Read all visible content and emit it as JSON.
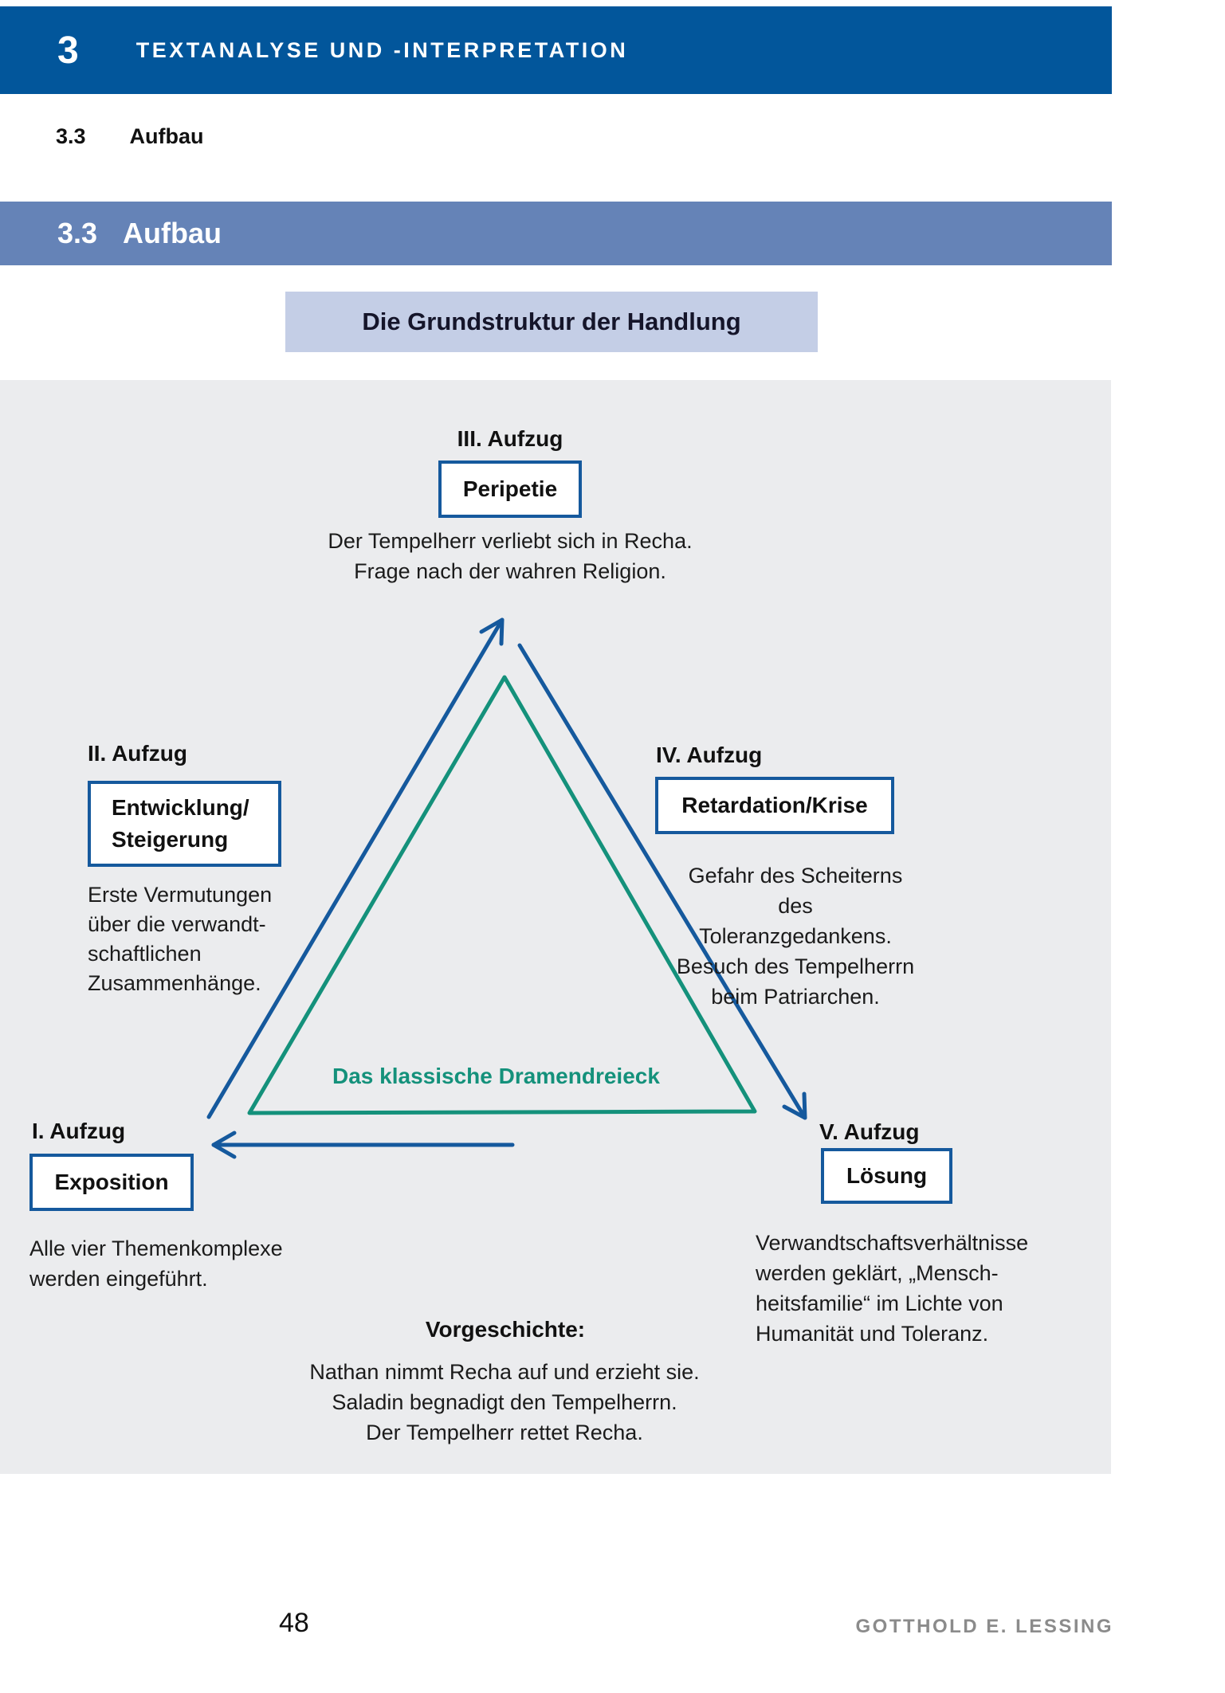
{
  "page": {
    "chapter_number": "3",
    "chapter_title": "TEXTANALYSE UND -INTERPRETATION",
    "breadcrumb_number": "3.3",
    "breadcrumb_label": "Aufbau",
    "section_number": "3.3",
    "section_label": "Aufbau",
    "diagram_title": "Die Grundstruktur der Handlung",
    "footer_page_number": "48",
    "footer_author": "GOTTHOLD E. LESSING"
  },
  "diagram": {
    "center_label": "Das klassische Dramendreieck",
    "acts": [
      {
        "act": "I. Aufzug",
        "stage": "Exposition",
        "description": "Alle vier Themenkomplexe\nwerden eingeführt."
      },
      {
        "act": "II. Aufzug",
        "stage": "Entwicklung/\nSteigerung",
        "description": "Erste Vermutungen\nüber die verwandt-\nschaftlichen\nZusammenhänge."
      },
      {
        "act": "III. Aufzug",
        "stage": "Peripetie",
        "description": "Der Tempelherr verliebt sich in Recha.\nFrage nach der wahren Religion."
      },
      {
        "act": "IV. Aufzug",
        "stage": "Retardation/Krise",
        "description": "Gefahr des Scheiterns des\nToleranzgedankens.\nBesuch des Tempelherrn\nbeim Patriarchen."
      },
      {
        "act": "V. Aufzug",
        "stage": "Lösung",
        "description": "Verwandtschaftsverhältnisse\nwerden geklärt, „Mensch-\nheitsfamilie“ im Lichte von\nHumanität und Toleranz."
      }
    ],
    "vorgeschichte_title": "Vorgeschichte:",
    "vorgeschichte_lines": "Nathan nimmt Recha auf und erzieht sie.\nSaladin begnadigt den Tempelherrn.\nDer Tempelherr rettet Recha."
  },
  "colors": {
    "header_blue": "#02569b",
    "section_blue": "#6583b7",
    "title_box_blue": "#c4cee6",
    "panel_gray": "#ebecee",
    "arrow_blue": "#15599d",
    "triangle_teal": "#14917b",
    "footer_gray": "#8b8b8b"
  }
}
